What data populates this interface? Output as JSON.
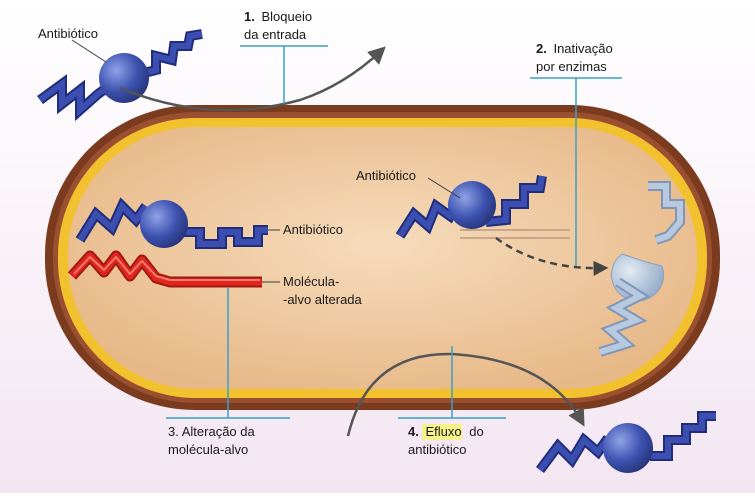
{
  "labels": {
    "antibiotic_outside": "Antibiótico",
    "step1_number": "1.",
    "step1_line1": "Bloqueio",
    "step1_line2": "da entrada",
    "step2_number": "2.",
    "step2_line1": "Inativação",
    "step2_line2": "por enzimas",
    "antibiotic_inside_right": "Antibiótico",
    "antibiotic_inside_left": "Antibiótico",
    "target_line1": "Molécula-",
    "target_line2": "-alvo alterada",
    "step3_line1": "3. Alteração da",
    "step3_line2": "molécula-alvo",
    "step4_number": "4.",
    "step4_highlight": "Efluxo",
    "step4_rest": "do",
    "step4_line2": "antibiótico"
  },
  "colors": {
    "cell_wall": "#7a3b1e",
    "membrane": "#f2c12e",
    "cytoplasm": "#efc9a0",
    "antibiotic": "#2e3f9a",
    "antibiotic_inactive": "#9fb6d3",
    "target_altered": "#e0261e",
    "callout_line": "#3a9fc8",
    "highlight": "#f5f28a",
    "arrow": "#555555"
  }
}
